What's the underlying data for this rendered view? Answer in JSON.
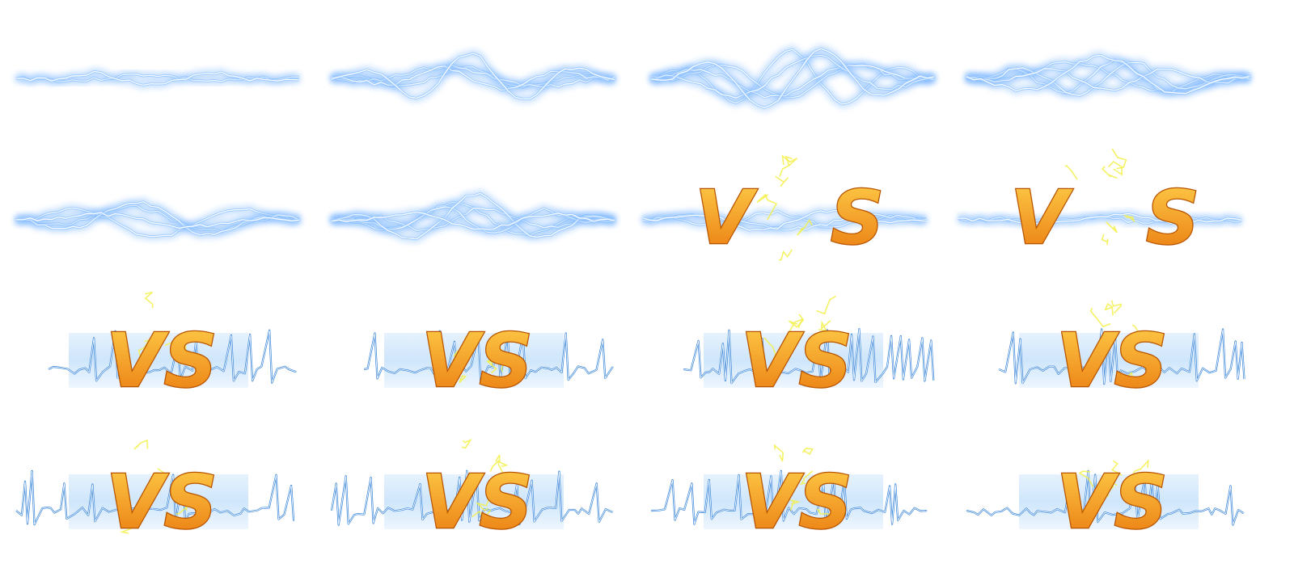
{
  "sprite_sheet": {
    "colors": {
      "background": "#ffffff",
      "lightning_core": "#ffffff",
      "lightning_glow": "#7fb8ff",
      "lightning_stroke": "#9ccaff",
      "pulse_stroke": "#3a86d9",
      "pulse_band": "#cfe6fb",
      "vs_top": "#ffcf4a",
      "vs_bottom": "#e9780e",
      "vs_outline": "#b85400",
      "spark": "#f3f04a"
    },
    "vs_label": "VS",
    "v_letter": "V",
    "s_letter": "S",
    "frames": [
      {
        "kind": "lightning",
        "amp": 0.25,
        "strands": 2
      },
      {
        "kind": "lightning",
        "amp": 0.9,
        "strands": 4
      },
      {
        "kind": "lightning",
        "amp": 1.0,
        "strands": 5
      },
      {
        "kind": "lightning",
        "amp": 0.7,
        "strands": 5
      },
      {
        "kind": "lightning",
        "amp": 0.6,
        "strands": 4
      },
      {
        "kind": "lightning",
        "amp": 0.9,
        "strands": 5
      },
      {
        "kind": "split",
        "amp": 0.5,
        "strands": 3
      },
      {
        "kind": "split",
        "amp": 0.2,
        "strands": 2
      },
      {
        "kind": "pulse",
        "amp": 1.0
      },
      {
        "kind": "pulse",
        "amp": 1.0
      },
      {
        "kind": "pulse",
        "amp": 1.0
      },
      {
        "kind": "pulse",
        "amp": 1.0
      },
      {
        "kind": "pulse",
        "amp": 1.0
      },
      {
        "kind": "pulse",
        "amp": 1.0
      },
      {
        "kind": "pulse",
        "amp": 1.0
      },
      {
        "kind": "pulse",
        "amp": 1.0
      }
    ]
  }
}
